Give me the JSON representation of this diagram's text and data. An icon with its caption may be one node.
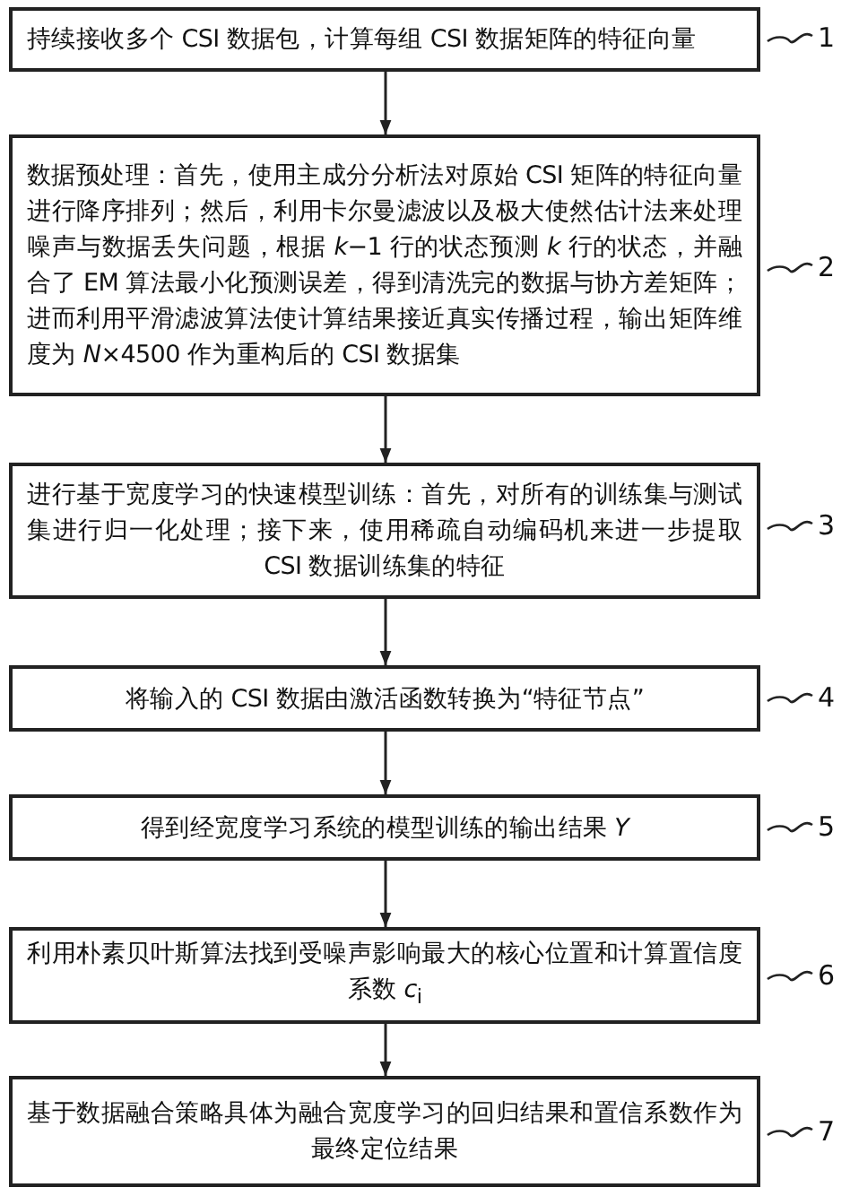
{
  "diagram": {
    "nodes": [
      {
        "text": [
          "持续接收多个 CSI 数据包，计算每组 CSI 数据矩阵的特征向量"
        ]
      },
      {
        "text": [
          "数据预处理：首先，使用主成分分析法对原始 CSI 矩阵的特征向量进行降序排列；然后，利用卡尔曼滤波以及极大使然估计法来处理噪声与数据丢失问题，根据 *k*−1 行的状态预测 *k* 行的状态，并融合了 EM 算法最小化预测误差，得到清洗完的数据与协方差矩阵；进而利用平滑滤波算法使计算结果接近真实传播过程，输出矩阵维度为 *N*×4500 作为重构后的 CSI 数据集"
        ]
      },
      {
        "text": [
          "进行基于宽度学习的快速模型训练：首先，对所有的训练集与测试集进行归一化处理；接下来，使用稀疏自动编码机来进一步提取 CSI 数据训练集的特征"
        ]
      },
      {
        "text": [
          "将输入的 CSI 数据由激活函数转换为“特征节点”"
        ]
      },
      {
        "text": [
          "得到经宽度学习系统的模型训练的输出结果 *Y*"
        ]
      },
      {
        "text": [
          "利用朴素贝叶斯算法找到受噪声影响最大的核心位置和计算置信度系数 *c*$_{i}$"
        ]
      },
      {
        "text": [
          "基于数据融合策略具体为融合宽度学习的回归结果和置信系数作为最终定位结果"
        ]
      },
      {
        "text": [
          "1"
        ]
      },
      {
        "text": [
          "2"
        ]
      },
      {
        "text": [
          "3"
        ]
      },
      {
        "text": [
          "4"
        ]
      },
      {
        "text": [
          "5"
        ]
      },
      {
        "text": [
          "6"
        ]
      },
      {
        "text": [
          "7"
        ]
      }
    ],
    "edges": [
      {
        "from": 0,
        "to": 1,
        "arrow": "to"
      },
      {
        "from": 1,
        "to": 2,
        "arrow": "to"
      },
      {
        "from": 2,
        "to": 3,
        "arrow": "to"
      },
      {
        "from": 3,
        "to": 4,
        "arrow": "to"
      },
      {
        "from": 4,
        "to": 5,
        "arrow": "to"
      },
      {
        "from": 5,
        "to": 6,
        "arrow": "to"
      },
      {
        "from": 7,
        "to": 0,
        "arrow": "none"
      },
      {
        "from": 8,
        "to": 1,
        "arrow": "none"
      },
      {
        "from": 9,
        "to": 2,
        "arrow": "none"
      },
      {
        "from": 10,
        "to": 3,
        "arrow": "none"
      },
      {
        "from": 11,
        "to": 4,
        "arrow": "none"
      },
      {
        "from": 12,
        "to": 5,
        "arrow": "none"
      },
      {
        "from": 13,
        "to": 6,
        "arrow": "none"
      }
    ]
  }
}
